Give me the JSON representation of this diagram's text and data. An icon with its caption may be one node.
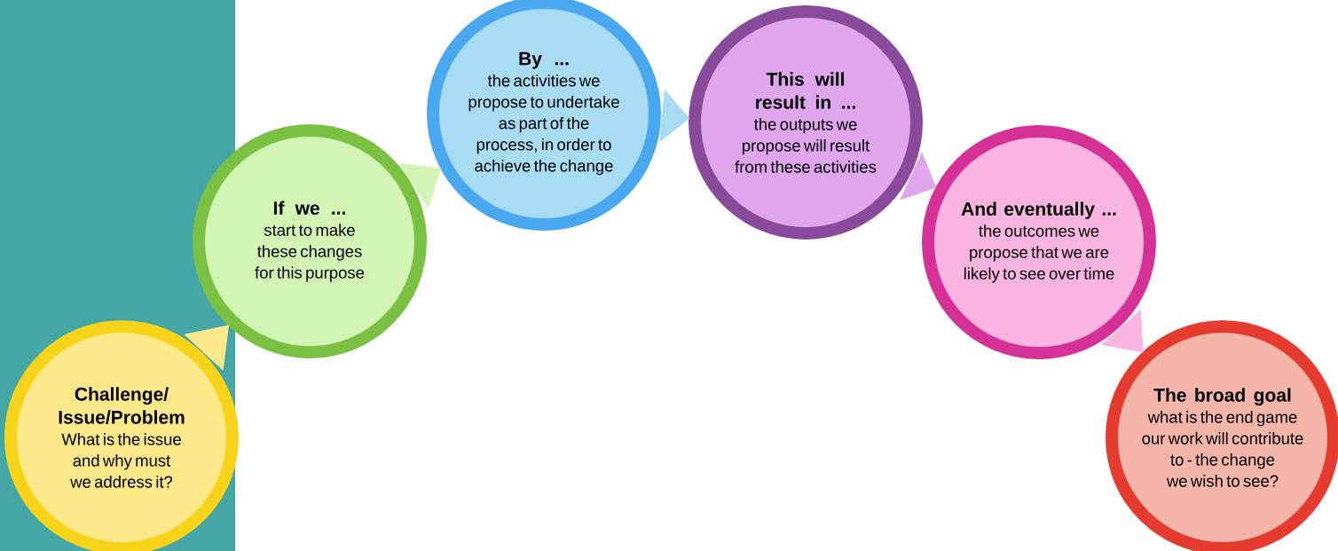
{
  "diagram": {
    "nodes": [
      {
        "text": [
          "Challenge/ Issue/Problem",
          "What is the issue and why must we address it?"
        ]
      },
      {
        "text": [
          "If we ...",
          "start to make these changes for this purpose"
        ]
      },
      {
        "text": [
          "By ...",
          "the activities we propose to undertake as part of the process, in order to achieve the change"
        ]
      },
      {
        "text": [
          "This will result in ...",
          "the outputs we propose will result from these activities"
        ]
      },
      {
        "text": [
          "And eventually ...",
          "the outcomes we propose that we are likely to see over time"
        ]
      },
      {
        "text": [
          "The broad goal",
          "what is the end game our work will contribute to - the change we wish to see?"
        ]
      }
    ],
    "edges": [
      {
        "from": 0,
        "to": 1,
        "arrow": "to",
        "color": "#fde98a"
      },
      {
        "from": 1,
        "to": 2,
        "arrow": "to",
        "color": "#d2f5b5"
      },
      {
        "from": 2,
        "to": 3,
        "arrow": "to",
        "color": "#a8dcf5"
      },
      {
        "from": 3,
        "to": 4,
        "arrow": "to",
        "color": "#dfa6ee"
      },
      {
        "from": 4,
        "to": 5,
        "arrow": "to",
        "color": "#f9b4e0"
      }
    ]
  }
}
